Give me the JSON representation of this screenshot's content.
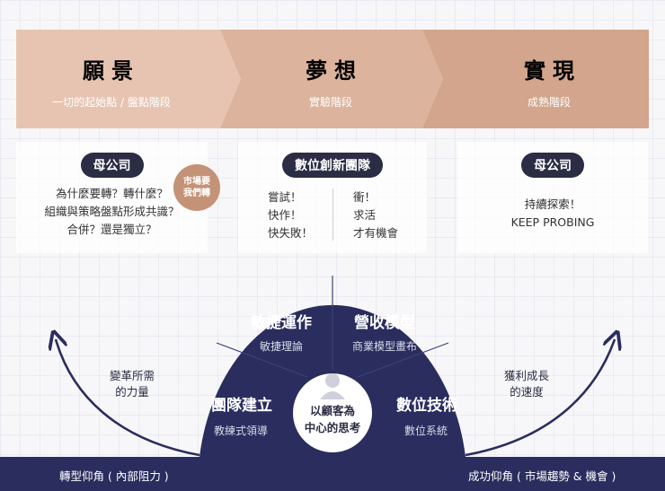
{
  "stages": [
    {
      "title": "願景",
      "subtitle": "一切的起始點 / 盤點階段"
    },
    {
      "title": "夢想",
      "subtitle": "實驗階段"
    },
    {
      "title": "實現",
      "subtitle": "成熟階段"
    }
  ],
  "cards": {
    "left": {
      "pill": "母公司",
      "lines": [
        "為什麼要轉？轉什麼？",
        "組織與策略盤點形成共識？",
        "合併？還是獨立？"
      ],
      "badge": [
        "市場要",
        "我們轉"
      ]
    },
    "middle": {
      "pill": "數位創新團隊",
      "col_left": [
        "嘗試！",
        "快作！",
        "快失敗！"
      ],
      "col_right": [
        "衝！",
        "求活",
        "才有機會"
      ]
    },
    "right": {
      "pill": "母公司",
      "lines": [
        "持續探索！",
        "KEEP PROBING"
      ]
    }
  },
  "dome": {
    "segments": [
      {
        "title": "團隊建立",
        "subtitle": "教練式領導"
      },
      {
        "title": "敏捷運作",
        "subtitle": "敏捷理論"
      },
      {
        "title": "營收模型",
        "subtitle": "商業模型畫布"
      },
      {
        "title": "數位技術",
        "subtitle": "數位系統"
      }
    ],
    "center": [
      "以顧客為",
      "中心的思考"
    ]
  },
  "side_labels": {
    "left": [
      "變革所需",
      "的力量"
    ],
    "right": [
      "獲利成長",
      "的速度"
    ]
  },
  "bottom": {
    "left": "轉型仰角 ( 內部阻力 )",
    "right": "成功仰角 ( 市場趨勢 & 機會 )"
  },
  "colors": {
    "chevron_1": "#e7c4b2",
    "chevron_2": "#dcb39c",
    "chevron_3": "#d2a58c",
    "navy": "#2a2d5e",
    "pill": "#2a2d44",
    "badge": "#c49277"
  },
  "icons": {
    "center": "person-icon",
    "arrows": "curved-arrow-icon"
  }
}
